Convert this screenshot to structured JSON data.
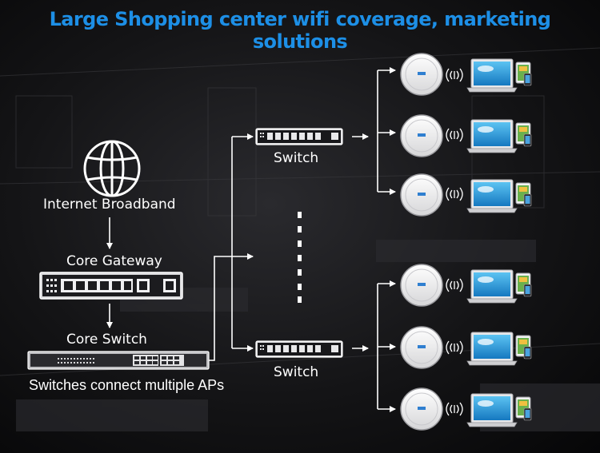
{
  "title": "Large Shopping center wifi coverage, marketing solutions",
  "nodes": {
    "internet": "Internet Broadband",
    "core_gateway": "Core Gateway",
    "core_switch": "Core Switch",
    "switch_top": "Switch",
    "switch_bottom": "Switch"
  },
  "note": "Switches connect multiple APs",
  "colors": {
    "title": "#1d8fe6",
    "text": "#ffffff",
    "line": "#ffffff",
    "screen": "#1e9ad6"
  },
  "icons": [
    "globe-icon",
    "gateway-icon",
    "core-switch-icon",
    "switch-icon",
    "access-point-icon",
    "wifi-signal-icon",
    "laptop-icon",
    "tablet-icon",
    "phone-icon"
  ]
}
